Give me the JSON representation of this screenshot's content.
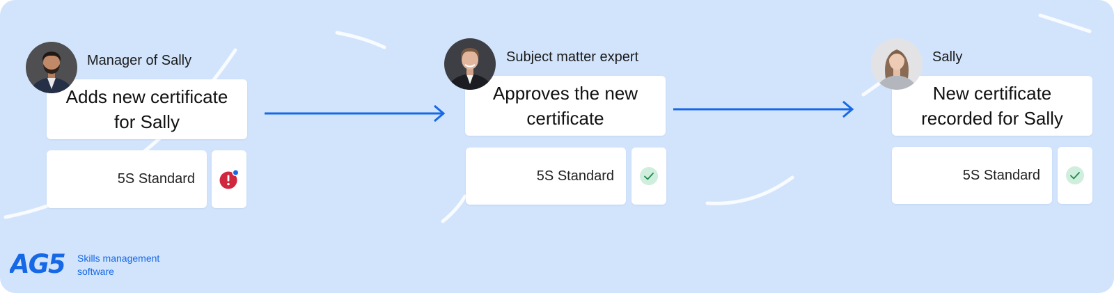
{
  "colors": {
    "background": "#d2e4fc",
    "card": "#ffffff",
    "arrow": "#1668e6",
    "alert_red": "#d0263e",
    "alert_dot": "#1668e6",
    "success_bg": "#cfeedd",
    "success_check": "#1f8b4c",
    "brand": "#1668e6",
    "decoration": "#ffffff"
  },
  "steps": [
    {
      "role": "Manager of Sally",
      "action": "Adds new certificate for Sally",
      "certificate": "5S Standard",
      "status": "alert",
      "status_icon": "alert-icon",
      "avatar_icon": "person-avatar-man-beard"
    },
    {
      "role": "Subject matter expert",
      "action": "Approves the new certificate",
      "certificate": "5S Standard",
      "status": "approved",
      "status_icon": "checkmark-icon",
      "avatar_icon": "person-avatar-man"
    },
    {
      "role": "Sally",
      "action": "New certificate recorded for Sally",
      "certificate": "5S Standard",
      "status": "approved",
      "status_icon": "checkmark-icon",
      "avatar_icon": "person-avatar-woman"
    }
  ],
  "logo": {
    "text": "AG5",
    "tagline_line1": "Skills management",
    "tagline_line2": "software"
  }
}
